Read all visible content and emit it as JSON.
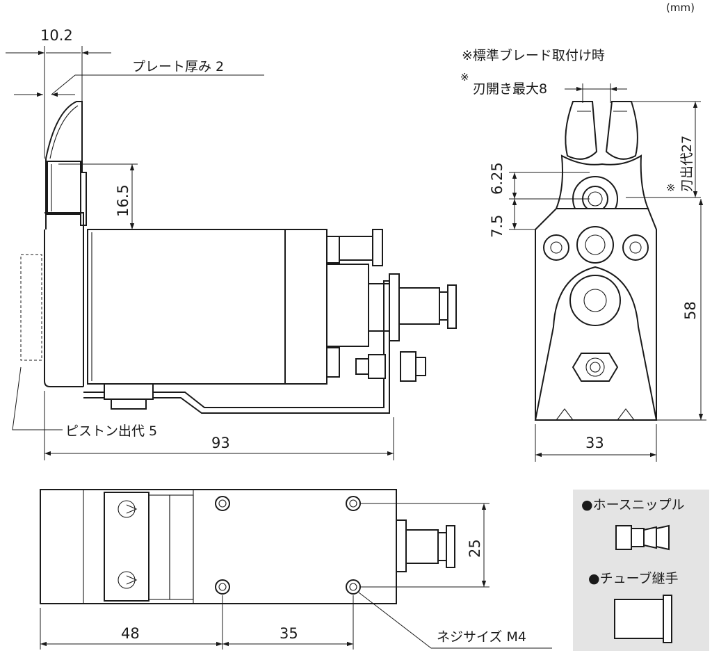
{
  "unit": "(mm)",
  "labels": {
    "plate": "プレート厚み 2",
    "piston": "ピストン出代 5",
    "standard": "※標準ブレード取付け時",
    "open": "刃開き最大8",
    "open_mark": "※",
    "blade": "刃出代27",
    "blade_mark": "※",
    "screw": "ネジサイズ M4"
  },
  "dims": {
    "d10_2": "10.2",
    "d16_5": "16.5",
    "d93": "93",
    "d6_25": "6.25",
    "d7_5": "7.5",
    "d58": "58",
    "d33": "33",
    "d48": "48",
    "d35": "35",
    "d25": "25"
  },
  "legend": {
    "hose": "●ホースニップル",
    "tube": "●チューブ継手"
  }
}
